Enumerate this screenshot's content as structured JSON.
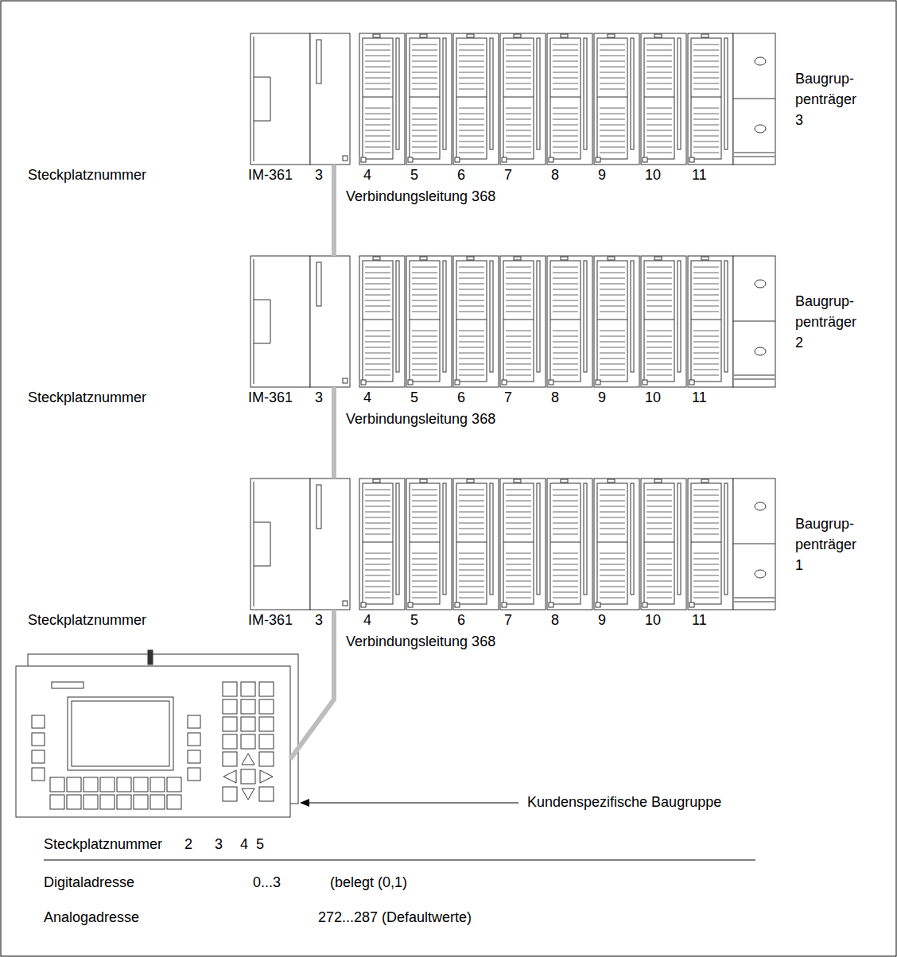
{
  "diagram": {
    "nodes": [
      {
        "text": [
          "Baugrup- penträger 3"
        ]
      },
      {
        "text": [
          "Baugrup- penträger 2"
        ]
      },
      {
        "text": [
          "Baugrup- penträger 1"
        ]
      },
      {
        "text": [
          "Kundenspezifische Baugruppe"
        ]
      }
    ],
    "edges": [
      {
        "from": 3,
        "to": 2,
        "arrow": "none",
        "label": "Verbindungsleitung 368"
      },
      {
        "from": 2,
        "to": 1,
        "arrow": "none",
        "label": "Verbindungsleitung 368"
      },
      {
        "from": 1,
        "to": 0,
        "arrow": "none",
        "label": "Verbindungsleitung 368"
      }
    ],
    "labels": [
      "Steckplatznummer",
      "IM-361",
      "3",
      "4",
      "5",
      "6",
      "7",
      "8",
      "9",
      "10",
      "11",
      "Steckplatznummer",
      "IM-361",
      "3",
      "4",
      "5",
      "6",
      "7",
      "8",
      "9",
      "10",
      "11",
      "Steckplatznummer",
      "IM-361",
      "3",
      "4",
      "5",
      "6",
      "7",
      "8",
      "9",
      "10",
      "11",
      "Steckplatznummer",
      "2",
      "3",
      "4",
      "5",
      "Digitaladresse",
      "0...3",
      "(belegt (0,1)",
      "Analogadresse",
      "272...287 (Defaultwerte)"
    ]
  }
}
